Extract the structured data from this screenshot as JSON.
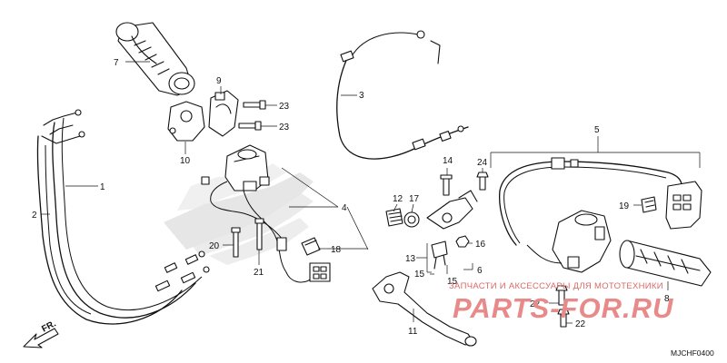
{
  "diagram_code": "MJCHF0400",
  "direction_label": "FR.",
  "watermark": {
    "top_line": "ЗАПЧАСТИ И АКСЕССУАРЫ ДЛЯ МОТОТЕХНИКИ",
    "brand": "PARTS-FOR.RU"
  },
  "callouts": {
    "p1": "1",
    "p2": "2",
    "p3": "3",
    "p4": "4",
    "p5": "5",
    "p6": "6",
    "p7": "7",
    "p8": "8",
    "p9": "9",
    "p10": "10",
    "p11": "11",
    "p12": "12",
    "p13": "13",
    "p14": "14",
    "p15a": "15",
    "p15b": "15",
    "p16": "16",
    "p17": "17",
    "p18": "18",
    "p19": "19",
    "p20": "20",
    "p21": "21",
    "p22a": "22",
    "p22b": "22",
    "p23a": "23",
    "p23b": "23",
    "p24": "24"
  }
}
